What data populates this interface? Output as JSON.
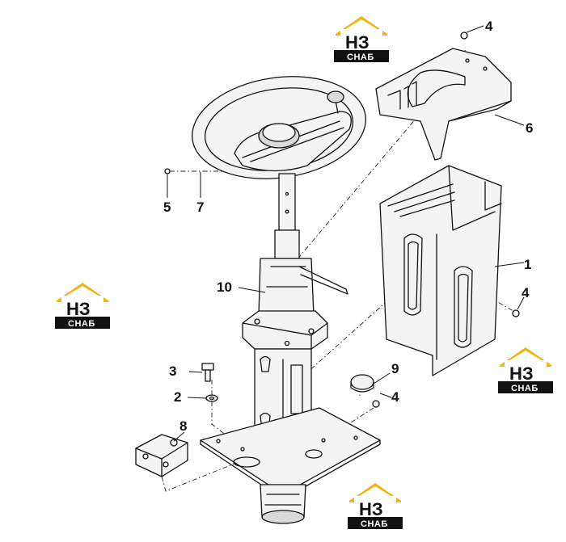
{
  "logo": {
    "brand_letters": "НЗ",
    "caption": "СНАБ",
    "colors": {
      "roof": "#f2b315",
      "text": "#111111",
      "band": "#111111"
    }
  },
  "callouts": [
    "1",
    "2",
    "3",
    "4",
    "4",
    "4",
    "5",
    "6",
    "7",
    "8",
    "9",
    "10"
  ]
}
